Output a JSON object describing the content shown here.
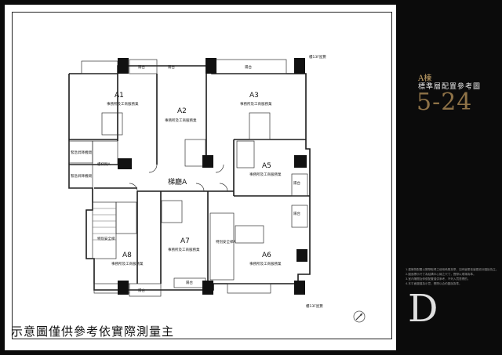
{
  "caption": "示意圖僅供參考依實際測量主",
  "sidebar": {
    "building": "A棟",
    "title": "標準層配置參考圖",
    "page_number": "5-24"
  },
  "notes": [
    "1.建築物配置以實際取得之使用執照為準，如有變更依變更設計圖說為主。",
    "2.圖面標示尺寸為結構中心線之尺寸，實際以現場為準。",
    "3.室內隔間及傢俱配置僅供參考，不列入買賣標的。",
    "4.本平面圖僅為示意，實際以合約圖說為準。"
  ],
  "logo_letter": "D",
  "plan": {
    "units": [
      "A1",
      "A2",
      "A3",
      "A5",
      "A6",
      "A7",
      "A8"
    ],
    "use_label": "事務所及工商服務業",
    "lobby_label": "梯廳A",
    "stair_label": "樓梯間A",
    "elevator_label": "緊急昇降機間",
    "stair_room_label": "特別安全梯",
    "elevator2_label": "特別安全梯A",
    "balcony_label": "陽台",
    "roof_label": "樓13F屋簷"
  }
}
